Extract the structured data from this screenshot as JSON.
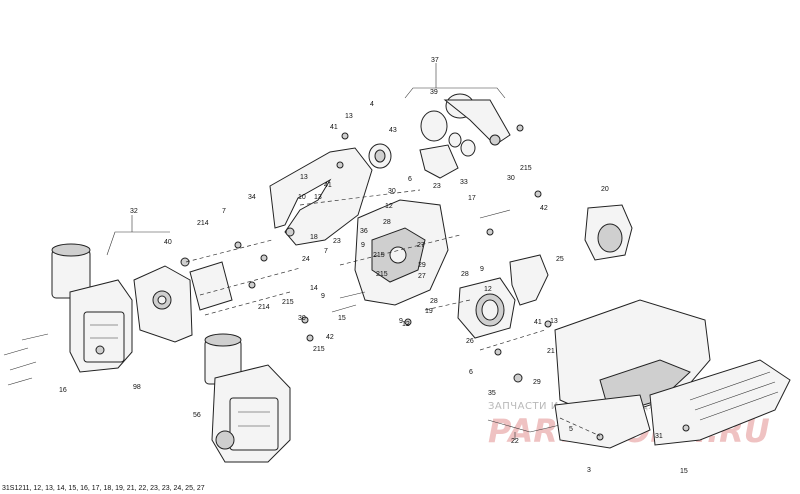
{
  "diagram_code": "31S1211, 12, 13, 14, 15, 16, 17, 18, 19, 21, 22, 23, 23, 24, 25, 27",
  "watermark": {
    "subtitle": "ЗАПЧАСТИ И АКСЕССУАРЫ ДЛЯ МОТОТЕХНИКИ",
    "brand": "PARTSFORM.RU"
  },
  "callouts": [
    {
      "label": "37"
    },
    {
      "label": "39"
    },
    {
      "label": "4"
    },
    {
      "label": "13"
    },
    {
      "label": "41"
    },
    {
      "label": "43"
    },
    {
      "label": "33"
    },
    {
      "label": "215"
    },
    {
      "label": "30"
    },
    {
      "label": "42"
    },
    {
      "label": "34"
    },
    {
      "label": "6"
    },
    {
      "label": "13"
    },
    {
      "label": "41"
    },
    {
      "label": "10"
    },
    {
      "label": "13"
    },
    {
      "label": "30"
    },
    {
      "label": "12"
    },
    {
      "label": "28"
    },
    {
      "label": "23"
    },
    {
      "label": "17"
    },
    {
      "label": "20"
    },
    {
      "label": "32"
    },
    {
      "label": "7"
    },
    {
      "label": "214"
    },
    {
      "label": "40"
    },
    {
      "label": "18"
    },
    {
      "label": "36"
    },
    {
      "label": "215"
    },
    {
      "label": "27"
    },
    {
      "label": "9"
    },
    {
      "label": "7"
    },
    {
      "label": "23"
    },
    {
      "label": "29"
    },
    {
      "label": "25"
    },
    {
      "label": "215"
    },
    {
      "label": "27"
    },
    {
      "label": "28"
    },
    {
      "label": "214"
    },
    {
      "label": "215"
    },
    {
      "label": "14"
    },
    {
      "label": "9"
    },
    {
      "label": "30"
    },
    {
      "label": "15"
    },
    {
      "label": "28"
    },
    {
      "label": "19"
    },
    {
      "label": "12"
    },
    {
      "label": "42"
    },
    {
      "label": "215"
    },
    {
      "label": "41"
    },
    {
      "label": "26"
    },
    {
      "label": "13"
    },
    {
      "label": "16"
    },
    {
      "label": "98"
    },
    {
      "label": "6"
    },
    {
      "label": "35"
    },
    {
      "label": "21"
    },
    {
      "label": "29"
    },
    {
      "label": "56"
    },
    {
      "label": "5"
    },
    {
      "label": "22"
    },
    {
      "label": "3"
    },
    {
      "label": "31"
    },
    {
      "label": "15"
    },
    {
      "label": "12"
    },
    {
      "label": "9"
    },
    {
      "label": "9"
    },
    {
      "label": "24"
    }
  ]
}
